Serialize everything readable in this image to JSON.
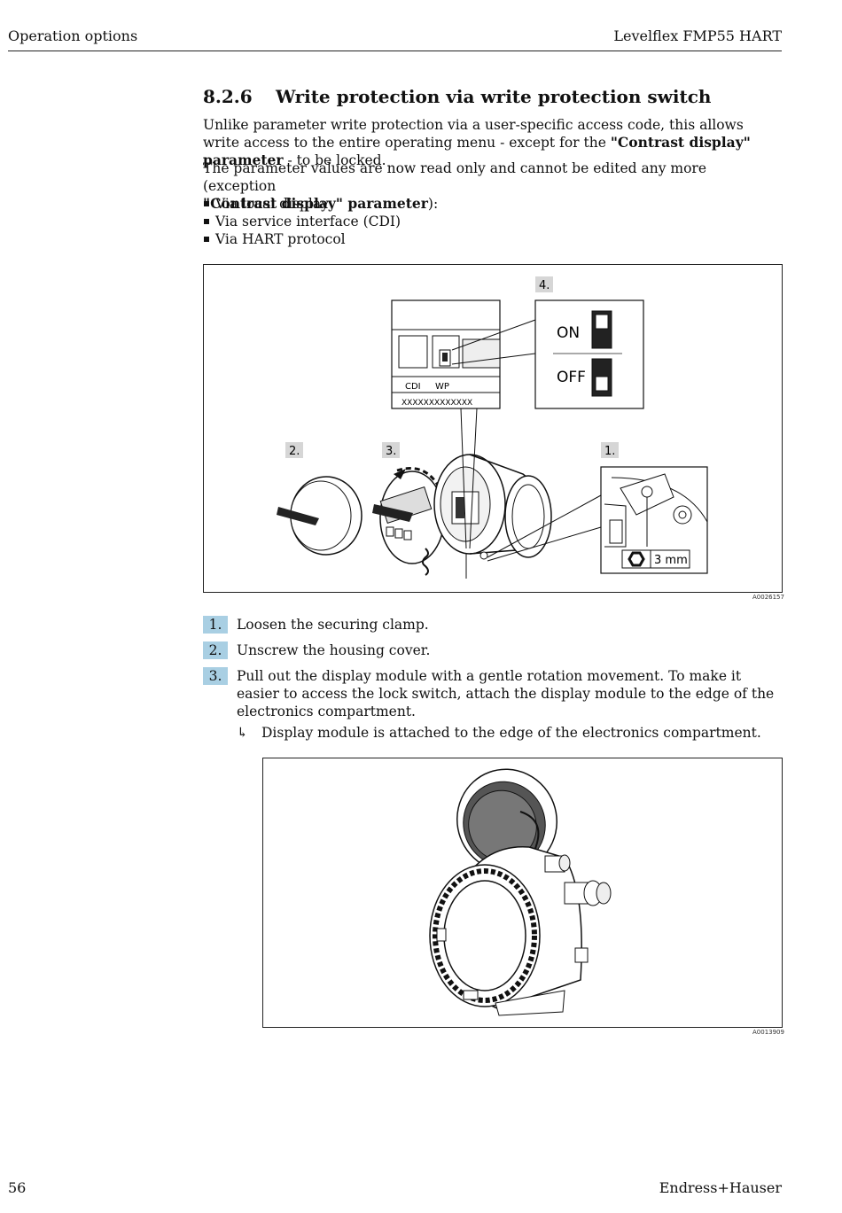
{
  "header": {
    "left": "Operation options",
    "right": "Levelflex FMP55 HART"
  },
  "section": {
    "number": "8.2.6",
    "title": "Write protection via write protection switch",
    "para1_a": "Unlike parameter write protection via a user-specific access code, this allows write access to the entire operating menu - except for the ",
    "para1_bold": "\"Contrast display\" parameter",
    "para1_b": " - to be locked.",
    "para2_a": "The parameter values are now read only and cannot be edited any more (exception ",
    "para2_bold": "\"Contrast display\" parameter",
    "para2_b": "):",
    "bullets": [
      "Via local display",
      "Via service interface (CDI)",
      "Via HART protocol"
    ]
  },
  "figure1": {
    "callouts": [
      "1.",
      "2.",
      "3.",
      "4."
    ],
    "switch_on": "ON",
    "switch_off": "OFF",
    "cdi": "CDI",
    "wp": "WP",
    "serial": "XXXXXXXXXXXXX",
    "tool_size": "3 mm",
    "id": "A0026157"
  },
  "steps": [
    {
      "num": "1.",
      "text": "Loosen the securing clamp."
    },
    {
      "num": "2.",
      "text": "Unscrew the housing cover."
    },
    {
      "num": "3.",
      "text": "Pull out the display module with a gentle rotation movement. To make it easier to access the lock switch, attach the display module to the edge of the electronics compartment."
    }
  ],
  "result": {
    "arrow": "↳",
    "text": "Display module is attached to the edge of the electronics compartment."
  },
  "figure2": {
    "id": "A0013909"
  },
  "footer": {
    "page": "56",
    "brand": "Endress+Hauser"
  }
}
